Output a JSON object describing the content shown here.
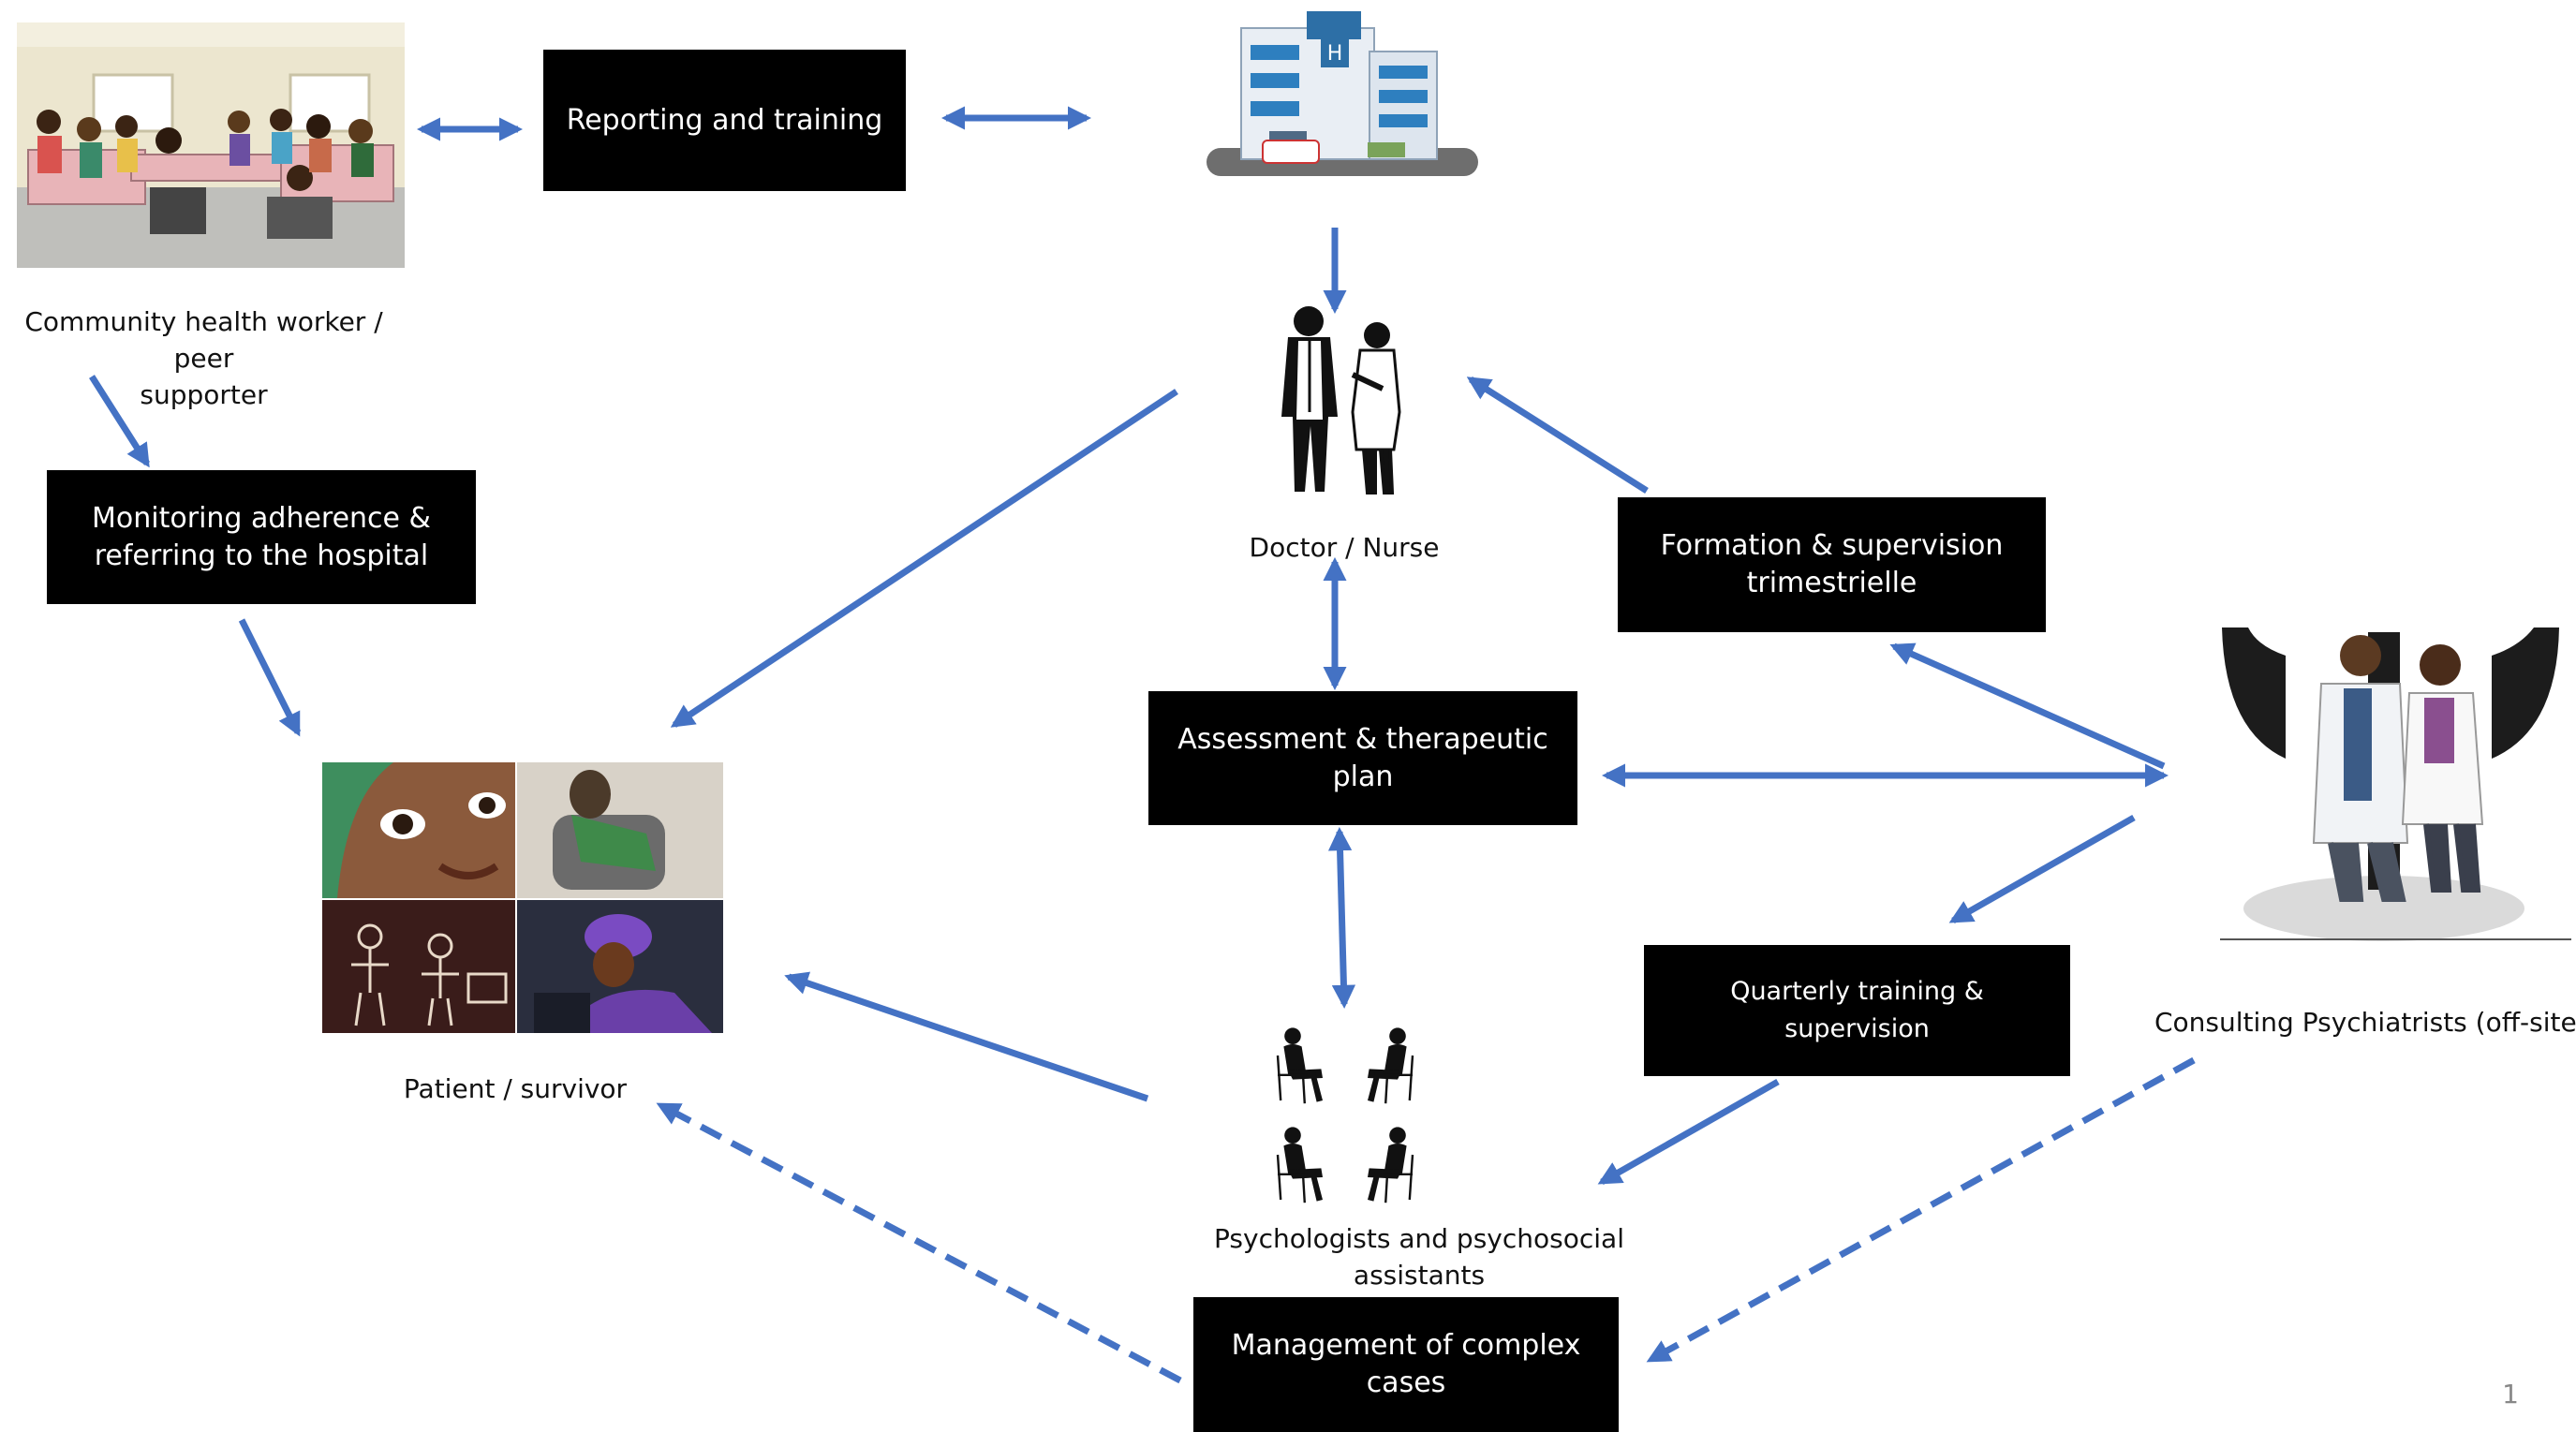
{
  "boxes": {
    "reporting": "Reporting and training",
    "monitoring": "Monitoring adherence &\nreferring to the hospital",
    "formation": "Formation & supervision\ntrimestrielle",
    "assessment": "Assessment & therapeutic\nplan",
    "quarterly": "Quarterly training & supervision",
    "management": "Management of complex\ncases"
  },
  "labels": {
    "chw": "Community  health worker  / peer\nsupporter",
    "doctor": "Doctor / Nurse",
    "patient": "Patient / survivor",
    "psychologists": "Psychologists  and psychosocial\nassistants",
    "psychiatrists": "Consulting  Psychiatrists  (off-site)"
  },
  "page_number": "1",
  "colors": {
    "arrow": "#4472C4",
    "box": "#000000"
  },
  "icons": {
    "community": "community-meeting-illustration",
    "hospital": "hospital-building-icon",
    "doctor": "doctor-nurse-silhouette-icon",
    "patient": "patient-survivor-collage",
    "psychologists": "therapy-session-silhouettes-icon",
    "psychiatrists": "psychiatrists-psi-illustration"
  }
}
